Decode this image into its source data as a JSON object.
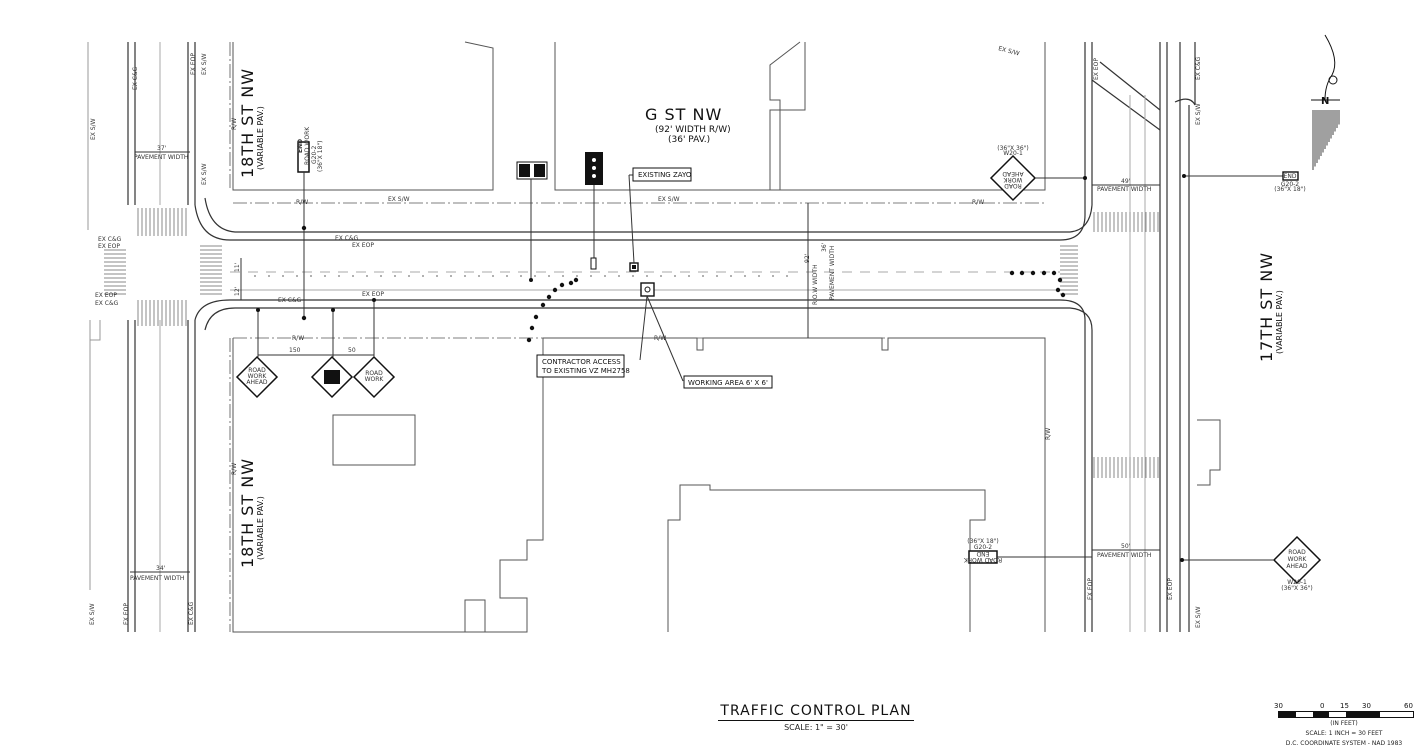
{
  "title": {
    "main": "TRAFFIC CONTROL PLAN",
    "scale": "SCALE: 1\" = 30'"
  },
  "streets": {
    "g_st": {
      "name": "G ST NW",
      "width": "(92' WIDTH R/W)",
      "pav": "(36' PAV.)"
    },
    "st18_top": {
      "name": "18TH ST NW",
      "pav": "(VARIABLE PAV.)"
    },
    "st18_bottom": {
      "name": "18TH ST NW",
      "pav": "(VARIABLE PAV.)"
    },
    "st17": {
      "name": "17TH ST NW",
      "pav": "(VARIABLE PAV.)"
    }
  },
  "callouts": {
    "existing_zayo": "EXISTING ZAYO",
    "contractor_access_1": "CONTRACTOR ACCESS",
    "contractor_access_2": "TO EXISTING VZ MH2758",
    "working_area": "WORKING AREA 6' X 6'"
  },
  "dimensions": {
    "pw_18_top": "37'",
    "pw_18_bottom": "34'",
    "pw_17_top": "49'",
    "pw_17_bottom": "50'",
    "pavement_width": "PAVEMENT WIDTH",
    "row_width": "R.O.W WIDTH",
    "row_value": "92'",
    "pav_width_value": "36'",
    "lane_12": "12'",
    "lane_11": "11'",
    "sign_spacing_1": "150",
    "sign_spacing_2": "50"
  },
  "signs": {
    "road_work_ahead_l1": "ROAD",
    "road_work_ahead_l2": "WORK",
    "road_work_ahead_l3": "AHEAD",
    "end_road_work_l1": "END",
    "end_road_work_l2": "ROAD WORK",
    "g20_code": "G20-2",
    "w20_code": "W20-1",
    "sign_size_36": "(36\"X 36\")",
    "sign_size_36x18": "(36\"X 18\")"
  },
  "labels": {
    "ex_sw": "EX S/W",
    "ex_eop": "EX EOP",
    "ex_cas": "EX C&G",
    "rw": "R/W"
  },
  "north_arrow": {
    "letter": "N"
  },
  "scalebar": {
    "ticks": [
      "30",
      "0",
      "15",
      "30",
      "60"
    ],
    "unit": "(IN FEET)",
    "scale": "SCALE: 1 INCH = 30 FEET",
    "coord": "D.C. COORDINATE SYSTEM - NAD 1983"
  },
  "colors": {
    "ink": "#111111",
    "light_line": "#999999",
    "background": "#ffffff"
  }
}
